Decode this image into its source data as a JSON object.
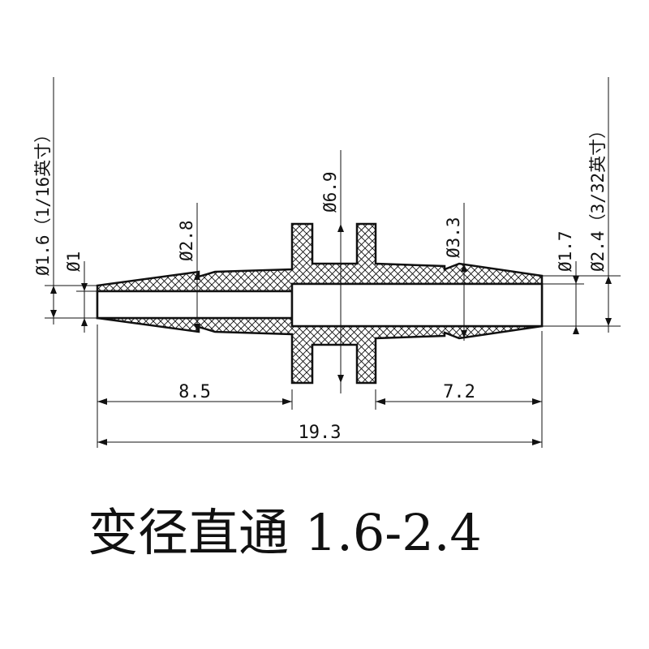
{
  "dimensions": {
    "left_outer": "Ø1.6（1/16英寸）",
    "left_inner": "Ø1",
    "barb_left": "Ø2.8",
    "flange": "Ø6.9",
    "barb_right": "Ø3.3",
    "right_inner": "Ø1.7",
    "right_outer": "Ø2.4（3/32英寸）",
    "len_left": "8.5",
    "len_right": "7.2",
    "len_total": "19.3"
  },
  "title": "变径直通 1.6-2.4",
  "colors": {
    "line": "#111111",
    "background": "#ffffff"
  }
}
